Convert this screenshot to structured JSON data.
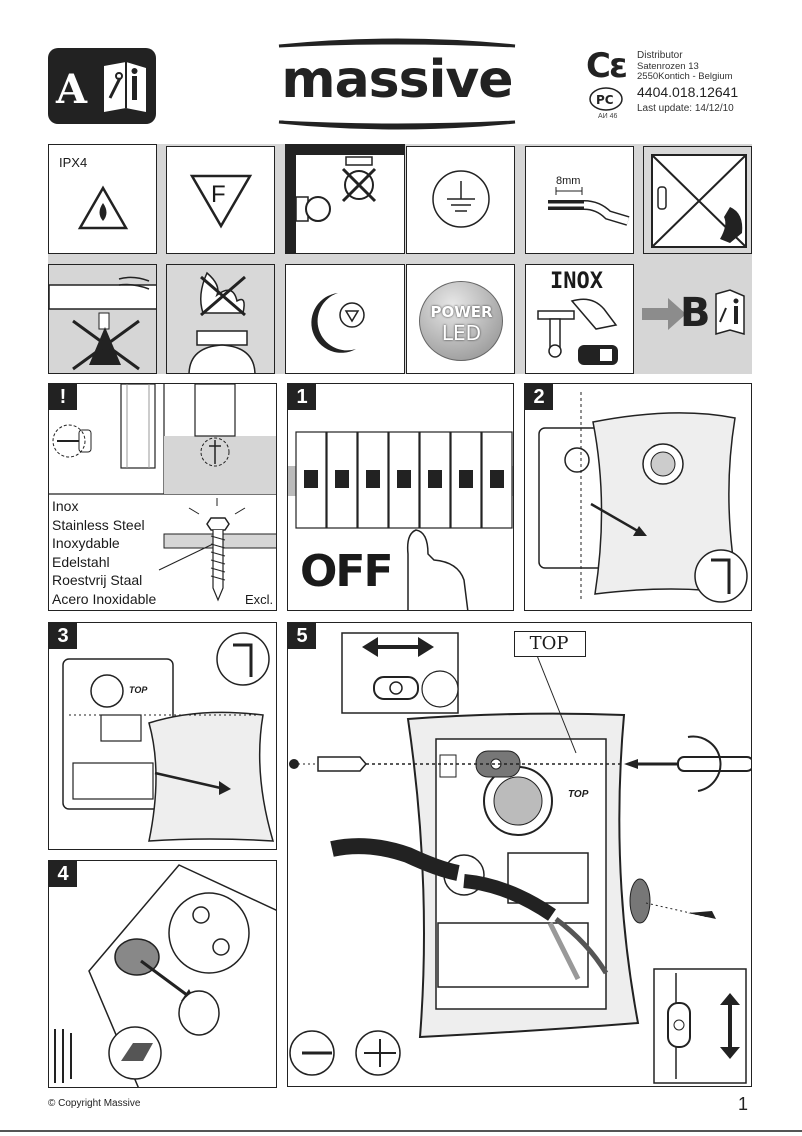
{
  "header": {
    "badge_letter": "A",
    "brand": "massive",
    "distributor_label": "Distributor",
    "address_line1": "Satenrozen 13",
    "address_line2": "2550Kontich - Belgium",
    "article_number": "4404.018.12641",
    "last_update": "Last update: 14/12/10",
    "cert_code": "AИ 46"
  },
  "icons_row1": {
    "ipx": "IPX4",
    "f_mark": "F",
    "wire_strip": "8mm"
  },
  "icons_row2": {
    "inox_title": "INOX",
    "power": "POWER",
    "led": "LED",
    "next_sheet": "B"
  },
  "panel_warning": {
    "badge": "!",
    "materials": [
      "Inox",
      "Stainless Steel",
      "Inoxydable",
      "Edelstahl",
      "Roestvrij Staal",
      "Acero Inoxidable"
    ],
    "excl": "Excl."
  },
  "step1": {
    "badge": "1",
    "off_label": "OFF"
  },
  "step2": {
    "badge": "2"
  },
  "step3": {
    "badge": "3",
    "top_mark": "TOP"
  },
  "step4": {
    "badge": "4"
  },
  "step5": {
    "badge": "5",
    "top_label": "TOP",
    "top_mark": "TOP"
  },
  "footer": {
    "copyright": "© Copyright Massive",
    "page_number": "1"
  }
}
